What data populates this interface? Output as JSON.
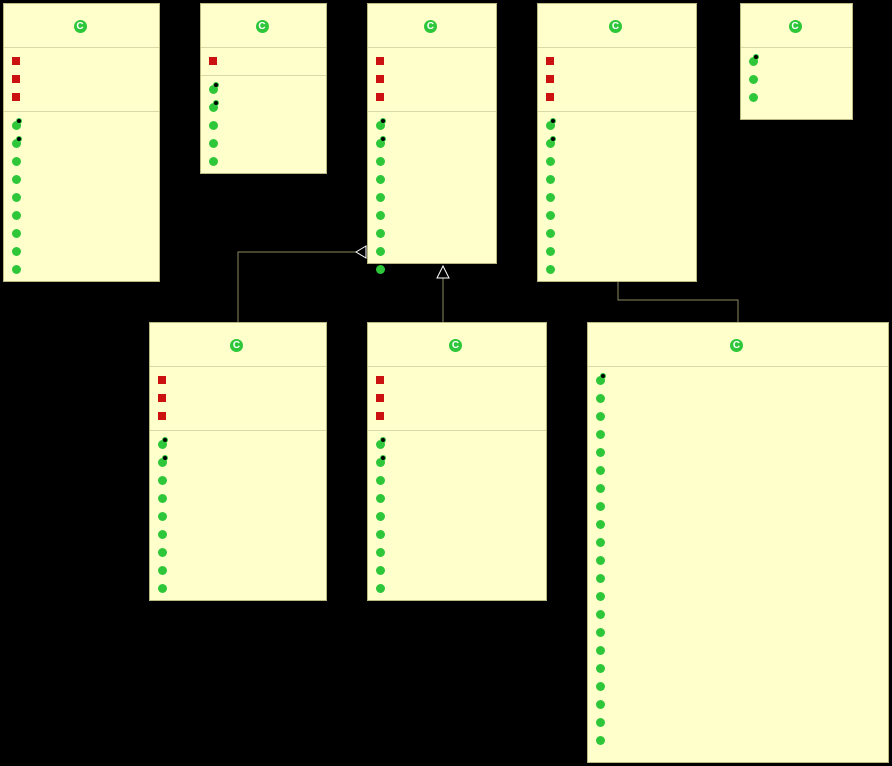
{
  "classes": {
    "c1": {
      "package": "",
      "name": "",
      "stereotype": "",
      "fields": [
        {
          "icon": "private-field-icon",
          "text": ""
        },
        {
          "icon": "private-field-icon",
          "text": ""
        },
        {
          "icon": "private-field-icon",
          "text": ""
        }
      ],
      "methods": [
        {
          "icon": "constructor-icon",
          "text": ""
        },
        {
          "icon": "constructor-icon",
          "text": ""
        },
        {
          "icon": "public-method-icon",
          "text": ""
        },
        {
          "icon": "public-method-icon",
          "text": ""
        },
        {
          "icon": "public-method-icon",
          "text": ""
        },
        {
          "icon": "public-method-icon",
          "text": ""
        },
        {
          "icon": "public-method-icon",
          "text": ""
        },
        {
          "icon": "public-method-icon",
          "text": ""
        },
        {
          "icon": "public-method-icon",
          "text": ""
        }
      ]
    },
    "c2": {
      "package": "",
      "name": "",
      "stereotype": "",
      "fields": [
        {
          "icon": "private-field-icon",
          "text": ""
        }
      ],
      "methods": [
        {
          "icon": "constructor-icon",
          "text": ""
        },
        {
          "icon": "constructor-icon",
          "text": ""
        },
        {
          "icon": "public-method-icon",
          "text": ""
        },
        {
          "icon": "public-method-icon",
          "text": ""
        },
        {
          "icon": "public-method-icon",
          "text": ""
        }
      ]
    },
    "c3": {
      "package": "",
      "name": "",
      "stereotype": "",
      "fields": [
        {
          "icon": "private-field-icon",
          "text": ""
        },
        {
          "icon": "private-field-icon",
          "text": ""
        },
        {
          "icon": "private-field-icon",
          "text": ""
        }
      ],
      "methods": [
        {
          "icon": "constructor-icon",
          "text": ""
        },
        {
          "icon": "constructor-icon",
          "text": ""
        },
        {
          "icon": "public-method-icon",
          "text": ""
        },
        {
          "icon": "public-method-icon",
          "text": ""
        },
        {
          "icon": "public-method-icon",
          "text": ""
        },
        {
          "icon": "public-method-icon",
          "text": ""
        },
        {
          "icon": "public-method-icon",
          "text": ""
        },
        {
          "icon": "public-method-icon",
          "text": ""
        },
        {
          "icon": "public-method-icon",
          "text": ""
        }
      ]
    },
    "c4": {
      "package": "",
      "name": "",
      "stereotype": "",
      "fields": [
        {
          "icon": "private-field-icon",
          "text": ""
        },
        {
          "icon": "private-field-icon",
          "text": ""
        },
        {
          "icon": "private-field-icon",
          "text": ""
        }
      ],
      "methods": [
        {
          "icon": "constructor-icon",
          "text": ""
        },
        {
          "icon": "constructor-icon",
          "text": ""
        },
        {
          "icon": "public-method-icon",
          "text": ""
        },
        {
          "icon": "public-method-icon",
          "text": ""
        },
        {
          "icon": "public-method-icon",
          "text": ""
        },
        {
          "icon": "public-method-icon",
          "text": ""
        },
        {
          "icon": "public-method-icon",
          "text": ""
        },
        {
          "icon": "public-method-icon",
          "text": ""
        },
        {
          "icon": "public-method-icon",
          "text": ""
        }
      ]
    },
    "c5": {
      "package": "",
      "name": "",
      "stereotype": "",
      "fields": [],
      "methods": [
        {
          "icon": "constructor-icon",
          "text": ""
        },
        {
          "icon": "public-method-icon",
          "text": ""
        },
        {
          "icon": "public-method-icon",
          "text": ""
        }
      ]
    },
    "c6": {
      "package": "",
      "name": "",
      "stereotype": "",
      "fields": [
        {
          "icon": "private-field-icon",
          "text": ""
        },
        {
          "icon": "private-field-icon",
          "text": ""
        },
        {
          "icon": "private-field-icon",
          "text": ""
        }
      ],
      "methods": [
        {
          "icon": "constructor-icon",
          "text": ""
        },
        {
          "icon": "constructor-icon",
          "text": ""
        },
        {
          "icon": "public-method-icon",
          "text": ""
        },
        {
          "icon": "public-method-icon",
          "text": ""
        },
        {
          "icon": "public-method-icon",
          "text": ""
        },
        {
          "icon": "public-method-icon",
          "text": ""
        },
        {
          "icon": "public-method-icon",
          "text": ""
        },
        {
          "icon": "public-method-icon",
          "text": ""
        },
        {
          "icon": "public-method-icon",
          "text": ""
        }
      ]
    },
    "c7": {
      "package": "",
      "name": "",
      "stereotype": "",
      "fields": [
        {
          "icon": "private-field-icon",
          "text": ""
        },
        {
          "icon": "private-field-icon",
          "text": ""
        },
        {
          "icon": "private-field-icon",
          "text": ""
        }
      ],
      "methods": [
        {
          "icon": "constructor-icon",
          "text": ""
        },
        {
          "icon": "constructor-icon",
          "text": ""
        },
        {
          "icon": "public-method-icon",
          "text": ""
        },
        {
          "icon": "public-method-icon",
          "text": ""
        },
        {
          "icon": "public-method-icon",
          "text": ""
        },
        {
          "icon": "public-method-icon",
          "text": ""
        },
        {
          "icon": "public-method-icon",
          "text": ""
        },
        {
          "icon": "public-method-icon",
          "text": ""
        },
        {
          "icon": "public-method-icon",
          "text": ""
        }
      ]
    },
    "c8": {
      "package": "",
      "name": "",
      "stereotype": "",
      "fields": [],
      "methods": [
        {
          "icon": "constructor-icon",
          "text": ""
        },
        {
          "icon": "public-method-icon",
          "text": ""
        },
        {
          "icon": "public-method-icon",
          "text": ""
        },
        {
          "icon": "public-method-icon",
          "text": ""
        },
        {
          "icon": "public-method-icon",
          "text": ""
        },
        {
          "icon": "public-method-icon",
          "text": ""
        },
        {
          "icon": "public-method-icon",
          "text": ""
        },
        {
          "icon": "public-method-icon",
          "text": ""
        },
        {
          "icon": "public-method-icon",
          "text": ""
        },
        {
          "icon": "public-method-icon",
          "text": ""
        },
        {
          "icon": "public-method-icon",
          "text": ""
        },
        {
          "icon": "public-method-icon",
          "text": ""
        },
        {
          "icon": "public-method-icon",
          "text": ""
        },
        {
          "icon": "public-method-icon",
          "text": ""
        },
        {
          "icon": "public-method-icon",
          "text": ""
        },
        {
          "icon": "public-method-icon",
          "text": ""
        },
        {
          "icon": "public-method-icon",
          "text": ""
        },
        {
          "icon": "public-method-icon",
          "text": ""
        },
        {
          "icon": "public-method-icon",
          "text": ""
        },
        {
          "icon": "public-method-icon",
          "text": ""
        },
        {
          "icon": "public-method-icon",
          "text": ""
        }
      ]
    }
  },
  "colors": {
    "class_fill": "#ffffcc",
    "class_border": "#b8b880",
    "public_icon": "#2ec73a",
    "private_icon": "#cc1111",
    "background": "#000000"
  },
  "relations": [
    {
      "type": "generalization",
      "from": "c6",
      "to": "c3"
    },
    {
      "type": "generalization",
      "from": "c7",
      "to": "c3"
    },
    {
      "type": "association",
      "from": "c8",
      "to": "c4"
    }
  ]
}
